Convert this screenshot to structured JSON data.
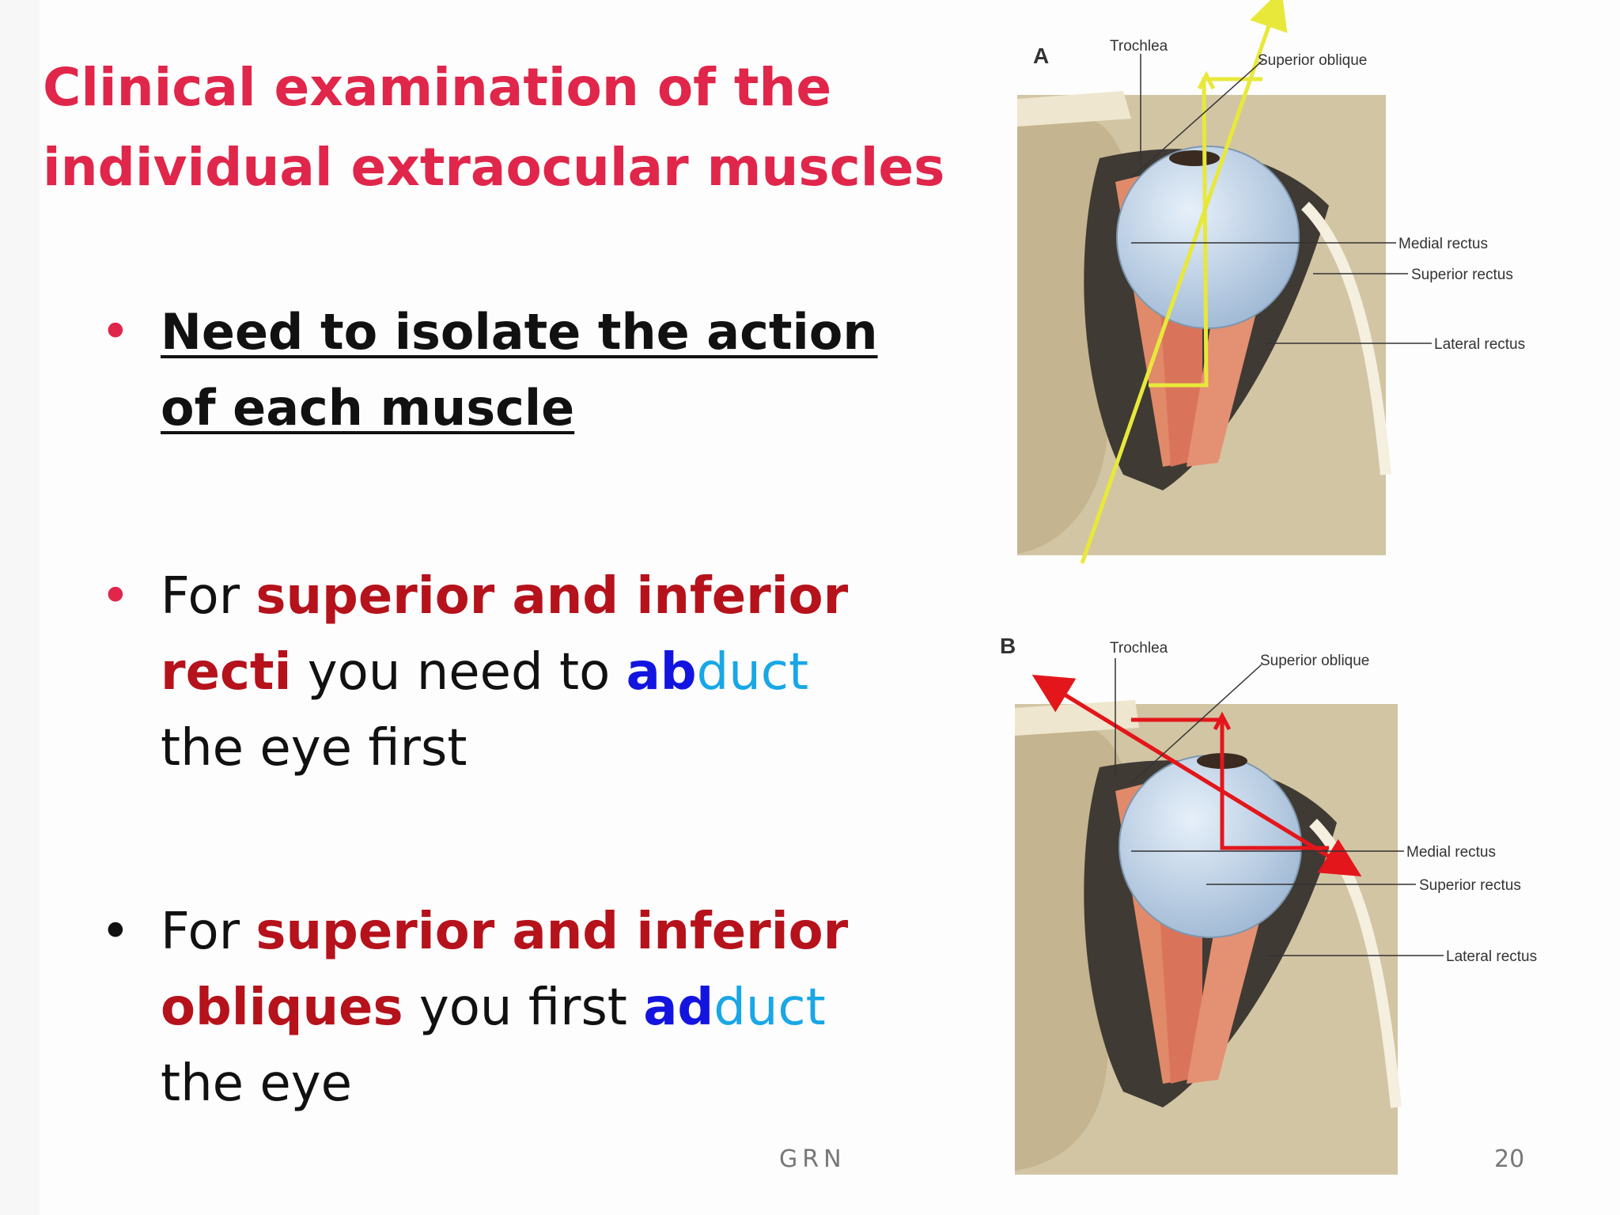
{
  "title": {
    "line1": "Clinical examination  of the",
    "line2": "individual extraocular muscles"
  },
  "bullets": [
    {
      "line1": "Need to isolate the action",
      "line2": "of each muscle"
    },
    {
      "prefix": "For ",
      "highlight1": "superior  and inferior",
      "highlight2": "recti",
      "middle": " you need to ",
      "verb_a": "ab",
      "verb_b": "duct",
      "line3": "the eye first"
    },
    {
      "prefix": "For ",
      "highlight1": "superior and inferior",
      "highlight2": "obliques",
      "middle": " you first ",
      "verb_a": "ad",
      "verb_b": "duct",
      "line3": "the eye"
    }
  ],
  "bullet_symbol": "•",
  "footer": "GRN",
  "page_number": "20",
  "figures": [
    {
      "letter": "A",
      "labels": [
        "Trochlea",
        "Superior oblique",
        "Medial rectus",
        "Superior rectus",
        "Lateral rectus"
      ],
      "arrow_color": "#e8e83a"
    },
    {
      "letter": "B",
      "labels": [
        "Trochlea",
        "Superior oblique",
        "Medial rectus",
        "Superior rectus",
        "Lateral rectus"
      ],
      "arrow_color": "#e3161b"
    }
  ],
  "colors": {
    "title": "#e0264a",
    "highlight": "#b5121b",
    "ab_ad": "#1414e0",
    "duct": "#19a7e6"
  }
}
